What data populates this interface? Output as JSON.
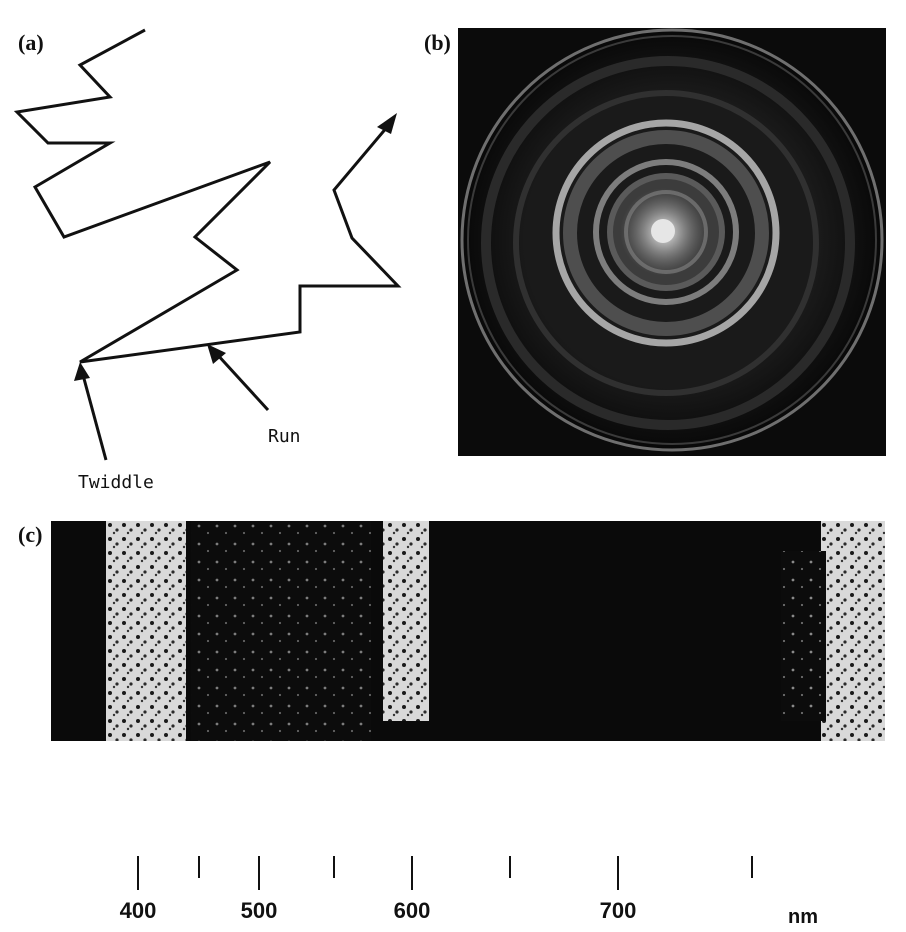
{
  "panels": {
    "a": {
      "label": "(a)",
      "run_label": "Run",
      "twiddle_label": "Twiddle"
    },
    "b": {
      "label": "(b)"
    },
    "c": {
      "label": "(c)"
    }
  },
  "spectrum_scale": {
    "major_ticks": [
      "400",
      "500",
      "600",
      "700"
    ],
    "unit": "nm"
  },
  "colors": {
    "ink": "#111111",
    "background": "#ffffff",
    "photo_dark": "#0c0c0c",
    "band_light": "#e6e6e6"
  }
}
